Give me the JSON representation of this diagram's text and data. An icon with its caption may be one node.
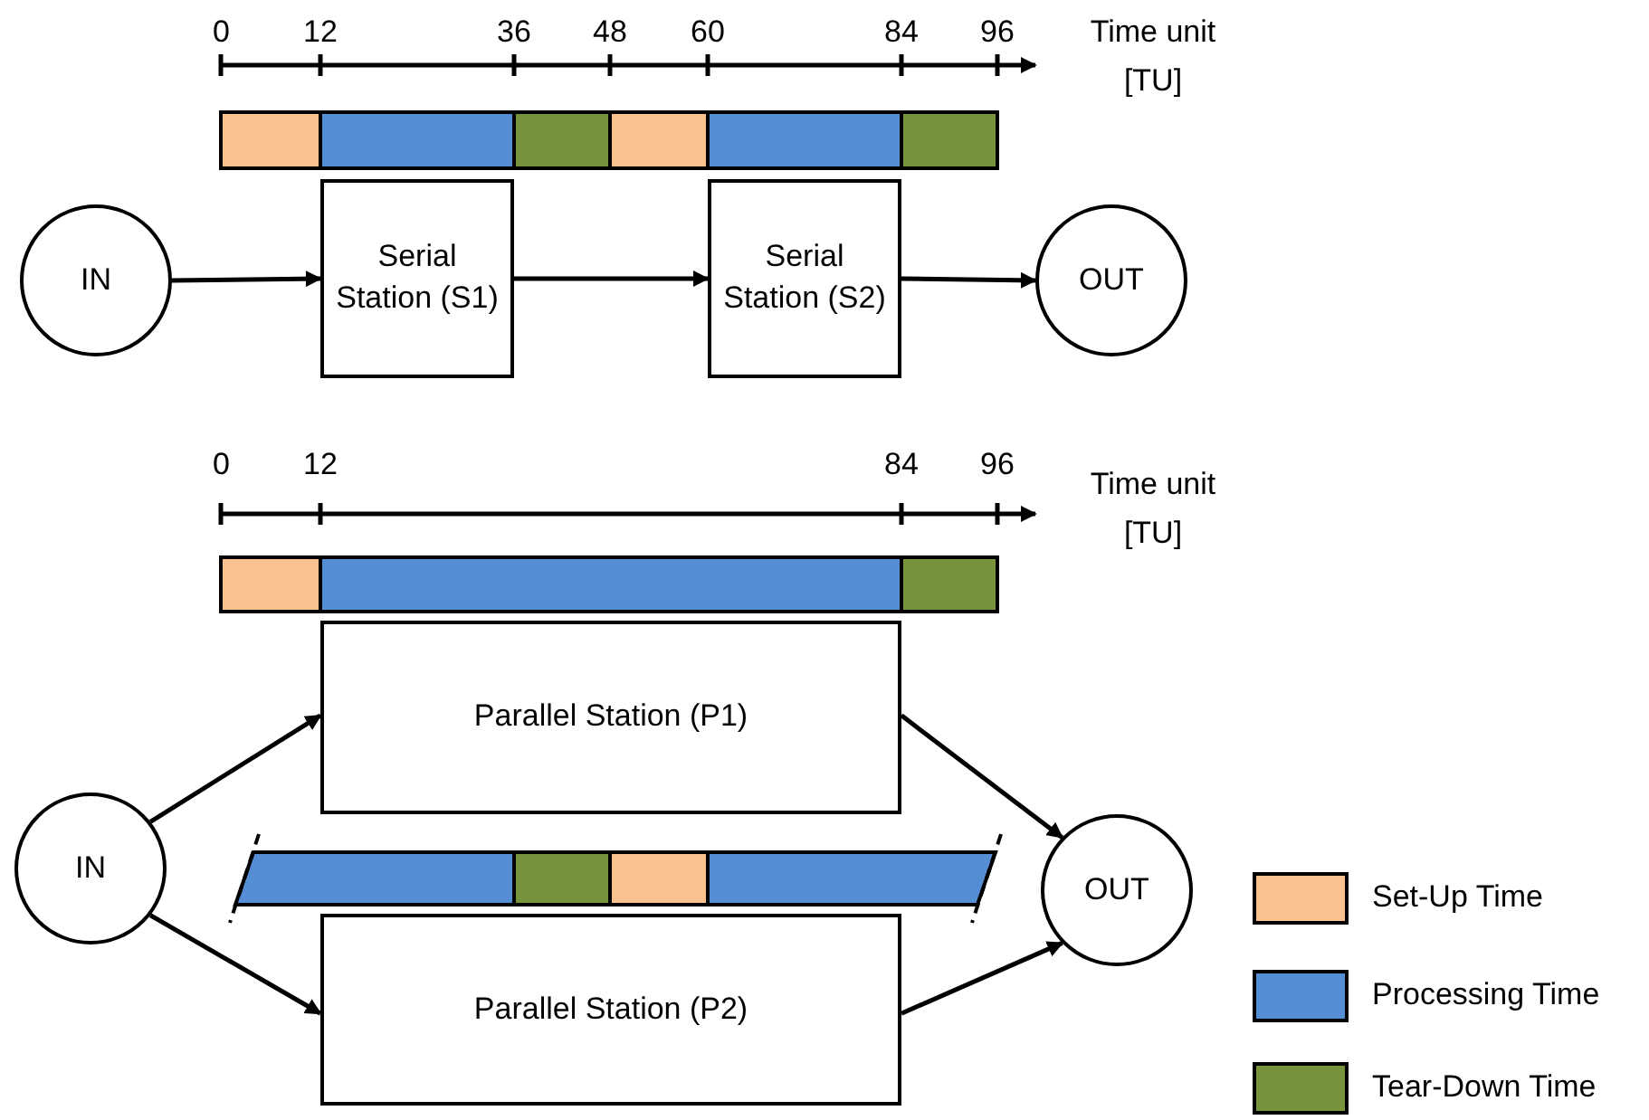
{
  "diagram": {
    "nodes": [
      {
        "text": [
          "IN"
        ]
      },
      {
        "text": [
          "Serial Station (S1)"
        ]
      },
      {
        "text": [
          "Serial Station (S2)"
        ]
      },
      {
        "text": [
          "OUT"
        ]
      },
      {
        "text": [
          "IN"
        ]
      },
      {
        "text": [
          "Parallel Station (P1)"
        ]
      },
      {
        "text": [
          "Parallel Station (P2)"
        ]
      },
      {
        "text": [
          "OUT"
        ]
      }
    ],
    "edges": [
      {
        "from": 0,
        "to": 1,
        "arrow": "to"
      },
      {
        "from": 1,
        "to": 2,
        "arrow": "to"
      },
      {
        "from": 2,
        "to": 3,
        "arrow": "to"
      },
      {
        "from": 4,
        "to": 5,
        "arrow": "to"
      },
      {
        "from": 4,
        "to": 6,
        "arrow": "to"
      },
      {
        "from": 5,
        "to": 7,
        "arrow": "to"
      },
      {
        "from": 6,
        "to": 7,
        "arrow": "to"
      }
    ],
    "labels": [
      "0",
      "12",
      "36",
      "48",
      "60",
      "84",
      "96",
      "Time unit [TU]",
      "0",
      "12",
      "84",
      "96",
      "Time unit [TU]"
    ],
    "legend": [
      {
        "text": "Set-Up Time",
        "color": "#f8c18f"
      },
      {
        "text": "Processing Time",
        "color": "#558ed5"
      },
      {
        "text": "Tear-Down Time",
        "color": "#77933c"
      }
    ]
  }
}
